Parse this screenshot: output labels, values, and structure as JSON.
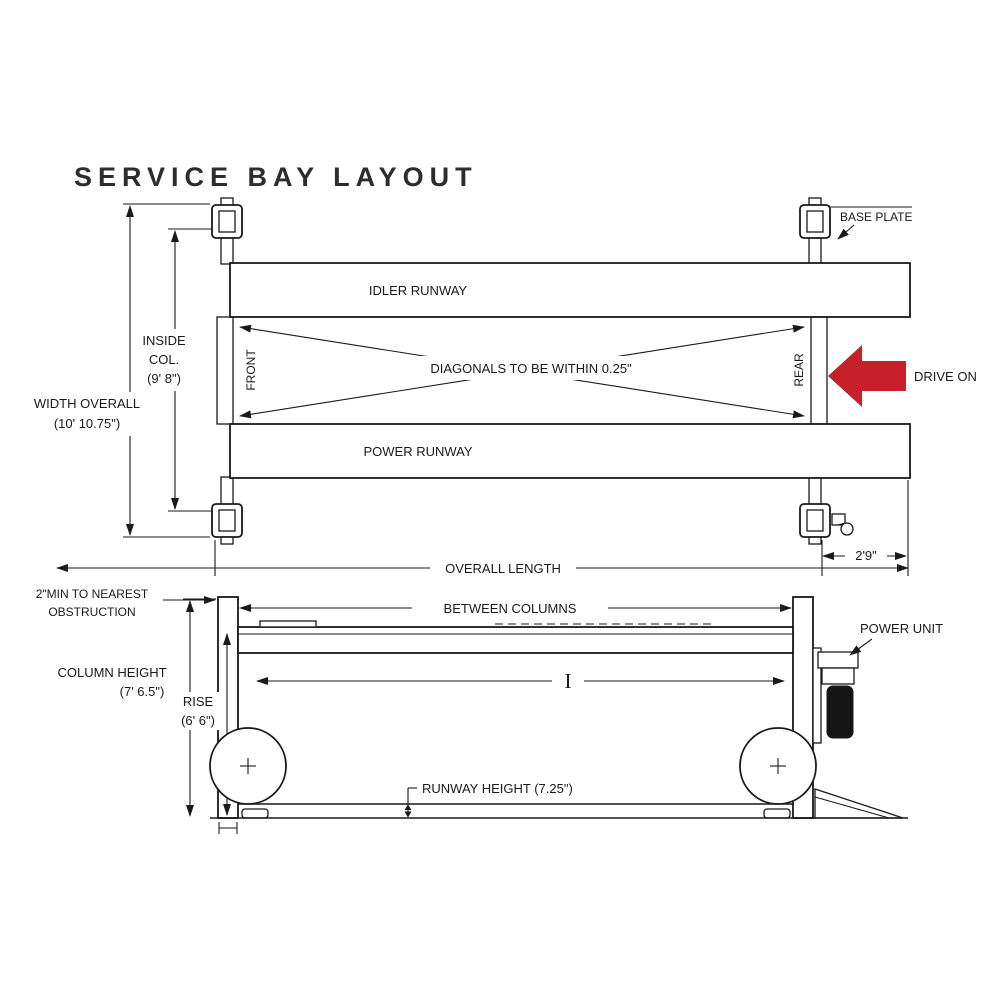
{
  "title": "SERVICE BAY LAYOUT",
  "colors": {
    "ink": "#1a1a1a",
    "red": "#c8202a"
  },
  "plan_view": {
    "base_plate_label": "BASE PLATE",
    "idler_runway_label": "IDLER RUNWAY",
    "power_runway_label": "POWER RUNWAY",
    "front_label": "FRONT",
    "rear_label": "REAR",
    "diagonals_note": "DIAGONALS TO BE WITHIN 0.25\"",
    "drive_on_label": "DRIVE ON",
    "width_overall": [
      "WIDTH OVERALL",
      "(10' 10.75\")"
    ],
    "inside_col": [
      "INSIDE",
      "COL.",
      "(9' 8\")"
    ],
    "overall_length_label": "OVERALL LENGTH",
    "rear_overhang_label": "2'9\""
  },
  "side_view": {
    "between_columns_label": "BETWEEN COLUMNS",
    "obstruction_note": [
      "2\"MIN TO NEAREST",
      "OBSTRUCTION"
    ],
    "power_unit_label": "POWER UNIT",
    "column_height": [
      "COLUMN HEIGHT",
      "(7' 6.5\")"
    ],
    "rise": [
      "RISE",
      "(6' 6\")"
    ],
    "length_symbol": "I",
    "runway_height_label": "RUNWAY HEIGHT (7.25\")"
  }
}
